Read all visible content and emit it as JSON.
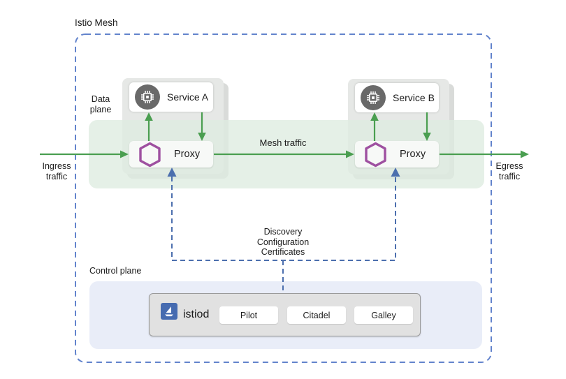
{
  "title": "Istio Mesh",
  "planes": {
    "data": {
      "label": "Data\nplane"
    },
    "control": {
      "label": "Control plane"
    }
  },
  "traffic": {
    "ingress": "Ingress\ntraffic",
    "egress": "Egress\ntraffic",
    "mesh": "Mesh traffic",
    "control_channel": "Discovery\nConfiguration\nCertificates"
  },
  "workloads": [
    {
      "service": "Service A",
      "proxy": "Proxy"
    },
    {
      "service": "Service B",
      "proxy": "Proxy"
    }
  ],
  "istiod": {
    "label": "istiod",
    "components": [
      "Pilot",
      "Citadel",
      "Galley"
    ]
  },
  "icons": {
    "service": "microchip-icon",
    "proxy": "envoy-hexagon-icon",
    "istiod": "istio-sailboat-icon"
  },
  "colors": {
    "arrow_green": "#4a9e50",
    "envoy_purple": "#9e50a0",
    "istio_blue": "#466bb0",
    "connector_blue": "#4c6fae",
    "mesh_border_blue": "#6283cc",
    "data_plane_bg": "#e1ecE0",
    "control_plane_bg": "#e9edf8"
  }
}
